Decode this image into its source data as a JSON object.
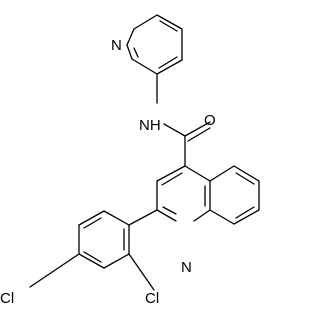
{
  "molecule": {
    "atoms": [
      {
        "id": "n-pyridine",
        "label": "N"
      },
      {
        "id": "nh-amide",
        "label": "NH"
      },
      {
        "id": "o-carbonyl",
        "label": "O"
      },
      {
        "id": "n-quinoline",
        "label": "N"
      },
      {
        "id": "cl-4",
        "label": "Cl"
      },
      {
        "id": "cl-2",
        "label": "Cl"
      }
    ]
  }
}
